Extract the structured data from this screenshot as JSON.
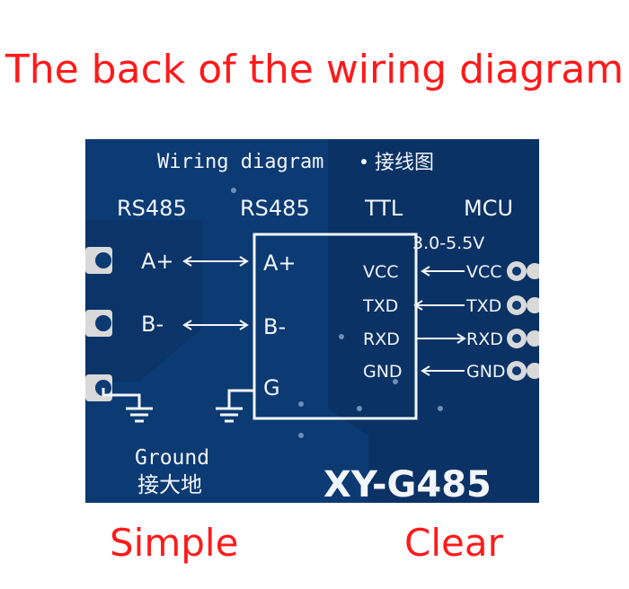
{
  "captions": {
    "title": "The back of the wiring diagram",
    "left": "Simple",
    "right": "Clear"
  },
  "board": {
    "header": "Wiring diagram",
    "header_cn": "接线图",
    "headers": [
      "RS485",
      "RS485",
      "TTL",
      "MCU"
    ],
    "left_pins": [
      "A+",
      "B-"
    ],
    "middle_pins": [
      "A+",
      "B-",
      "G"
    ],
    "voltage": "3.0-5.5V",
    "ttl_pins": [
      "VCC",
      "TXD",
      "RXD",
      "GND"
    ],
    "mcu_pins": [
      "VCC",
      "TXD",
      "RXD",
      "GND"
    ],
    "ground": "Ground",
    "ground_cn": "接大地",
    "model": "XY-G485"
  },
  "colors": {
    "caption": "#ff1a1a",
    "pcb": "#0c3a73",
    "silkscreen": "#f2f5fa",
    "pad": "#d9d9d9"
  }
}
